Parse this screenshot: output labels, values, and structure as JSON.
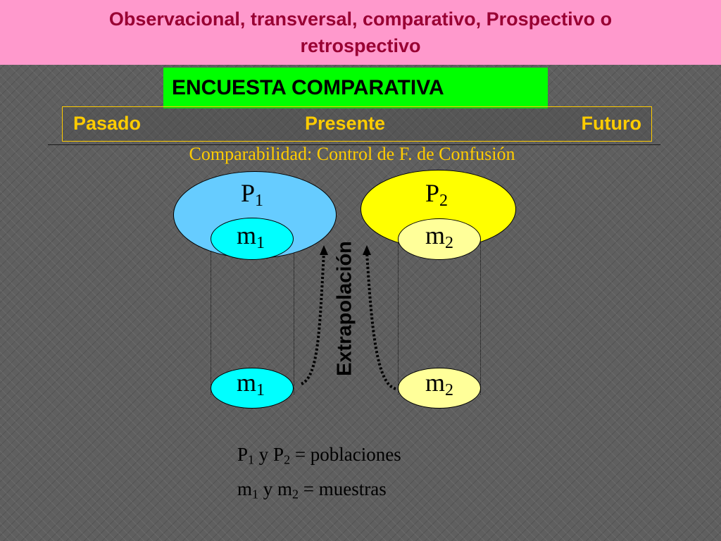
{
  "header": {
    "title_line1": "Observacional, transversal, comparativo, Prospectivo o",
    "title_line2": "retrospectivo"
  },
  "banner": {
    "label": "ENCUESTA COMPARATIVA"
  },
  "timeline": {
    "past": "Pasado",
    "present": "Presente",
    "future": "Futuro"
  },
  "subtitle": "Comparabilidad: Control de F. de Confusión",
  "diagram": {
    "p1": {
      "base": "P",
      "sub": "1"
    },
    "p2": {
      "base": "P",
      "sub": "2"
    },
    "m1": {
      "base": "m",
      "sub": "1"
    },
    "m2": {
      "base": "m",
      "sub": "2"
    },
    "arrow_label": "Extrapolación"
  },
  "legend": {
    "line1": {
      "a": "P",
      "a_sub": "1",
      "mid": " y ",
      "b": "P",
      "b_sub": "2",
      "rest": " = poblaciones"
    },
    "line2": {
      "a": "m",
      "a_sub": "1",
      "mid": " y ",
      "b": "m",
      "b_sub": "2",
      "rest": " = muestras"
    }
  },
  "colors": {
    "title_bg": "#ff99cc",
    "title_text": "#990033",
    "banner_bg": "#00ff00",
    "accent": "#ffcc00",
    "p1_fill": "#66ccff",
    "p2_fill": "#ffff00",
    "m1_fill": "#00ffff",
    "m2_fill": "#ffff99"
  }
}
